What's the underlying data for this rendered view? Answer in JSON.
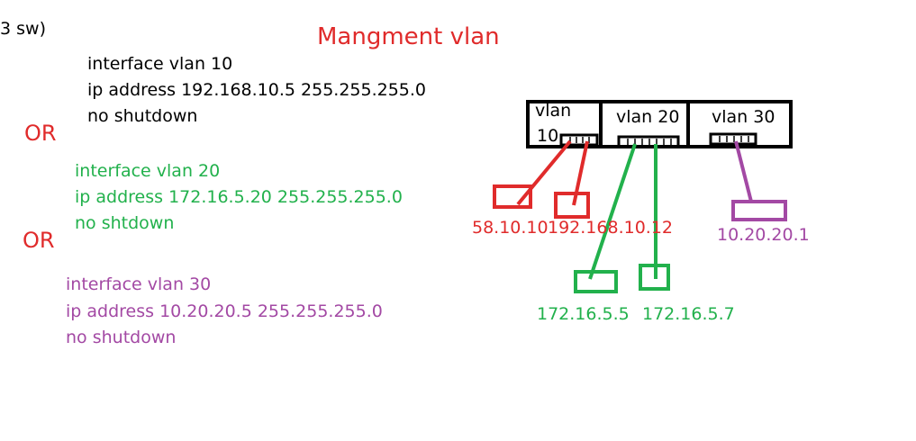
{
  "corner_text": "3 sw)",
  "title": "Mangment vlan",
  "or_labels": [
    "OR",
    "OR"
  ],
  "config_blocks": [
    {
      "lines": [
        "interface vlan 10",
        "ip address 192.168.10.5 255.255.255.0",
        "no shutdown"
      ],
      "color": "#000000"
    },
    {
      "lines": [
        "interface vlan 20",
        "ip address 172.16.5.20 255.255.255.0",
        "no shtdown"
      ],
      "color": "#22b14c"
    },
    {
      "lines": [
        "interface vlan 30",
        "ip address 10.20.20.5 255.255.255.0",
        "no shutdown"
      ],
      "color": "#a349a4"
    }
  ],
  "switch": {
    "vlan10_line1": "vlan",
    "vlan10_line2": "10",
    "vlan20": "vlan 20",
    "vlan30": "vlan 30"
  },
  "hosts": {
    "vlan10_a": "58.10.10",
    "vlan10_b": "192.168.10.12",
    "vlan20_a": "172.16.5.5",
    "vlan20_b": "172.16.5.7",
    "vlan30_a": "10.20.20.1"
  },
  "colors": {
    "vlan10": "#e02b2b",
    "vlan20": "#22b14c",
    "vlan30": "#a349a4",
    "switch": "#000000"
  }
}
